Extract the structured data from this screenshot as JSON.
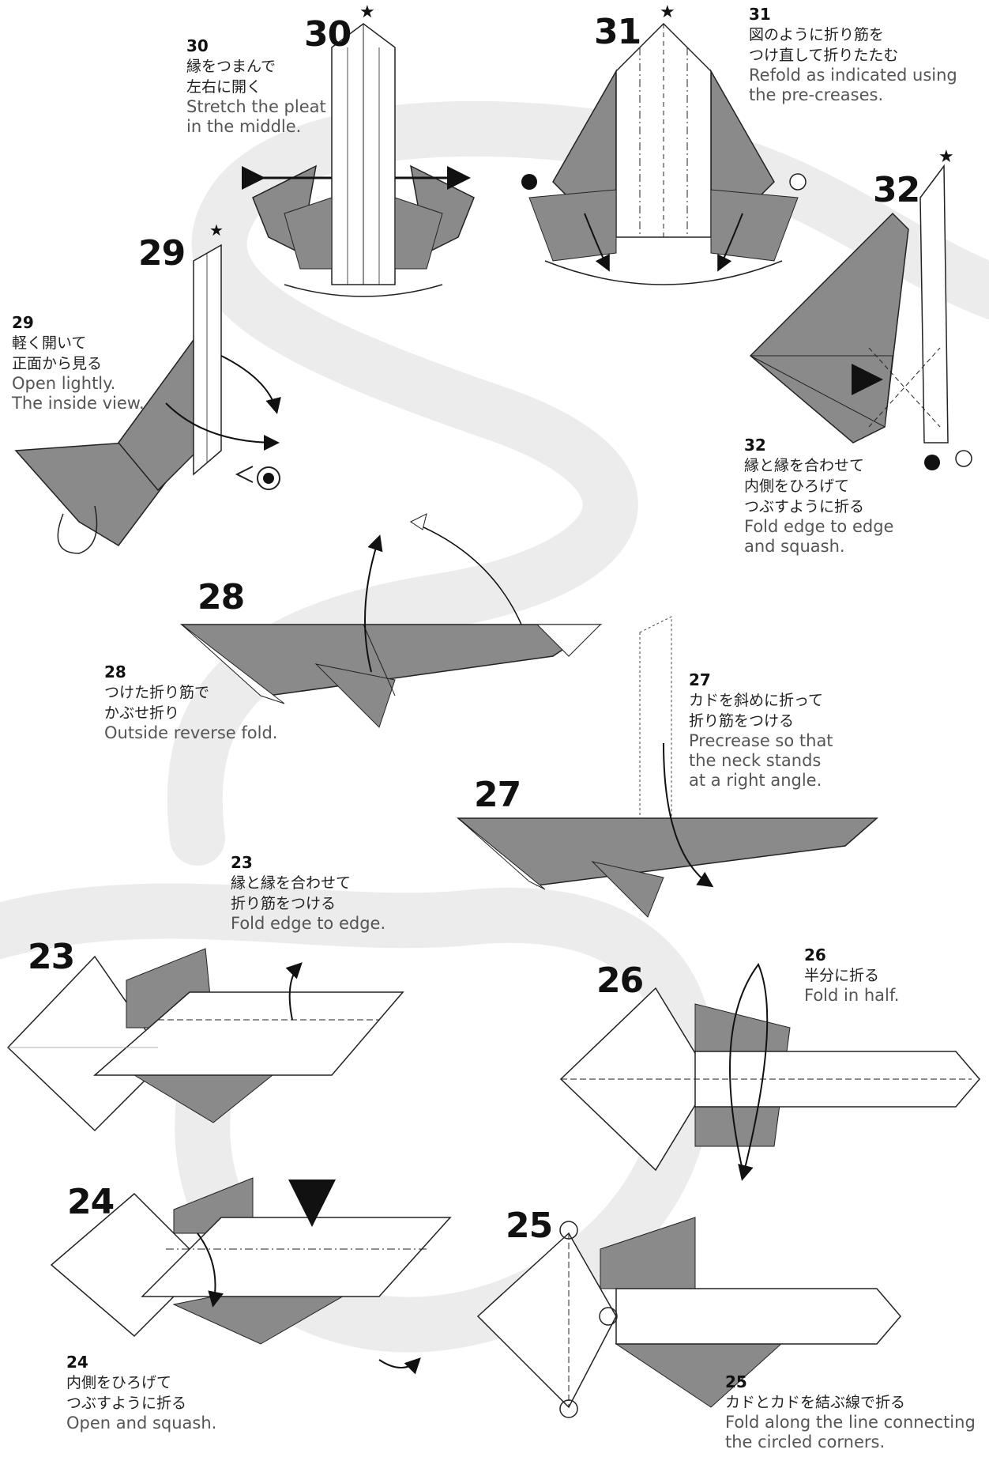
{
  "steps": {
    "s23": {
      "big": "23",
      "num": "23",
      "jp": [
        "縁と縁を合わせて",
        "折り筋をつける"
      ],
      "en": [
        "Fold edge to edge."
      ]
    },
    "s24": {
      "big": "24",
      "num": "24",
      "jp": [
        "内側をひろげて",
        "つぶすように折る"
      ],
      "en": [
        "Open and squash."
      ]
    },
    "s25": {
      "big": "25",
      "num": "25",
      "jp": [
        "カドとカドを結ぶ線で折る"
      ],
      "en": [
        "Fold along the line connecting",
        "the circled corners."
      ]
    },
    "s26": {
      "big": "26",
      "num": "26",
      "jp": [
        "半分に折る"
      ],
      "en": [
        "Fold in half."
      ]
    },
    "s27": {
      "big": "27",
      "num": "27",
      "jp": [
        "カドを斜めに折って",
        "折り筋をつける"
      ],
      "en": [
        "Precrease so that",
        "the neck stands",
        "at a right angle."
      ]
    },
    "s28": {
      "big": "28",
      "num": "28",
      "jp": [
        "つけた折り筋で",
        "かぶせ折り"
      ],
      "en": [
        "Outside reverse fold."
      ]
    },
    "s29": {
      "big": "29",
      "num": "29",
      "jp": [
        "軽く開いて",
        "正面から見る"
      ],
      "en": [
        "Open lightly.",
        "The inside view."
      ]
    },
    "s30": {
      "big": "30",
      "num": "30",
      "jp": [
        "縁をつまんで",
        "左右に開く"
      ],
      "en": [
        "Stretch the pleat",
        "in the middle."
      ]
    },
    "s31": {
      "big": "31",
      "num": "31",
      "jp": [
        "図のように折り筋を",
        "つけ直して折りたたむ"
      ],
      "en": [
        "Refold as indicated using",
        "the pre-creases."
      ]
    },
    "s32": {
      "big": "32",
      "num": "32",
      "jp": [
        "縁と縁を合わせて",
        "内側をひろげて",
        "つぶすように折る"
      ],
      "en": [
        "Fold edge to edge",
        "and squash."
      ]
    }
  },
  "colors": {
    "paper_white": "#ffffff",
    "paper_gray": "#8a8a8a",
    "line": "#222222",
    "path": "#ececec"
  },
  "icons": [
    "star-icon",
    "eye-icon",
    "arrow-icon",
    "circle-marker-icon",
    "dot-marker-icon"
  ]
}
